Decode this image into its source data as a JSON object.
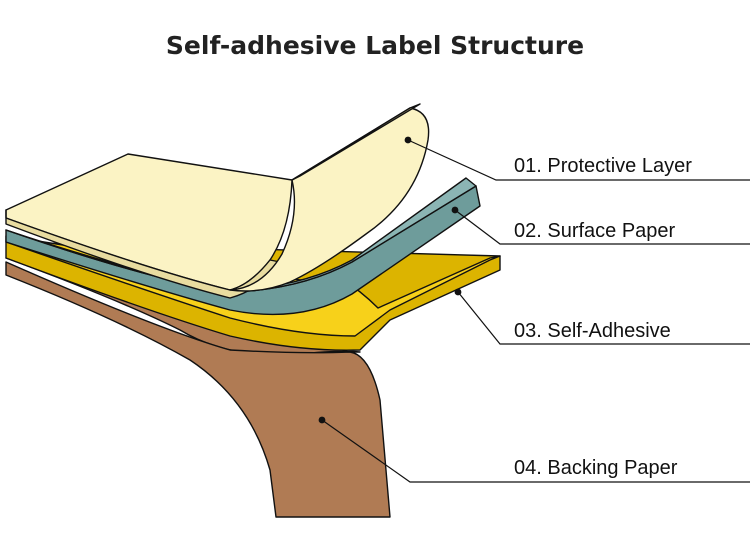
{
  "title": "Self-adhesive Label Structure",
  "layers": [
    {
      "label": "01. Protective Layer",
      "color": "#fbf3c4",
      "edge_color": "#e8dca0"
    },
    {
      "label": "02. Surface Paper",
      "color": "#8bb5b4",
      "edge_color": "#6e9c9b"
    },
    {
      "label": "03. Self-Adhesive",
      "color": "#f7d11a",
      "edge_color": "#dcb400"
    },
    {
      "label": "04. Backing Paper",
      "color": "#b07b54",
      "edge_color": "#8f5e3c"
    }
  ],
  "colors": {
    "outline": "#111111",
    "text": "#111111",
    "title": "#222222"
  }
}
